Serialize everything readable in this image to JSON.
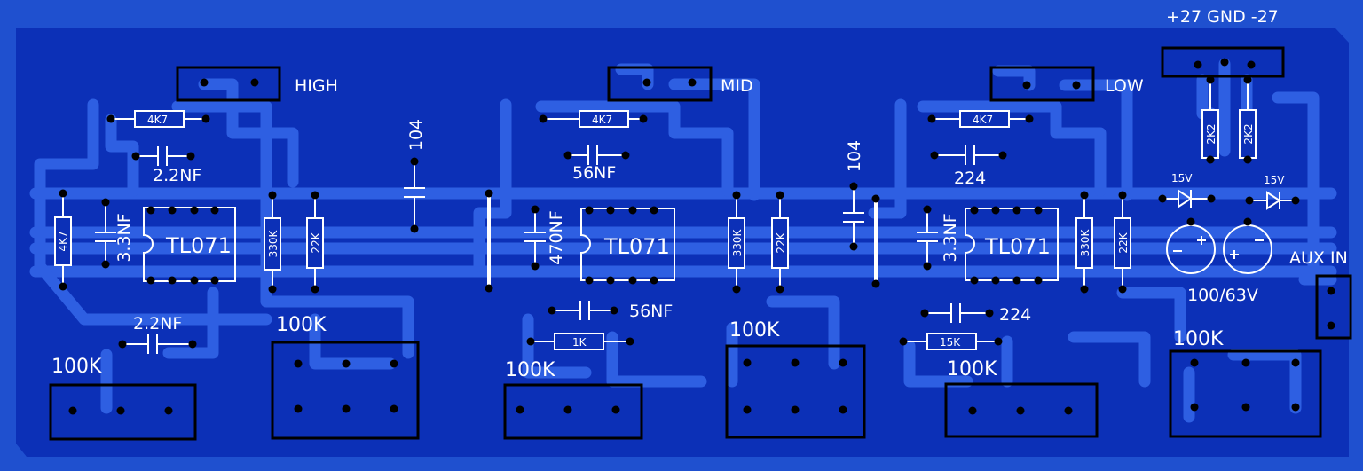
{
  "board": {
    "colors": {
      "background": "#1f50cf",
      "board_fill": "#0c30b7",
      "trace": "#2e5fe2",
      "silkscreen": "#ffffff",
      "outline": "#000000",
      "pad": "#000000"
    },
    "sections": [
      {
        "name": "HIGH",
        "input_label": "HIGH"
      },
      {
        "name": "MID",
        "input_label": "MID"
      },
      {
        "name": "LOW",
        "input_label": "LOW"
      }
    ],
    "power": {
      "label": "+27 GND -27",
      "zener": "15V",
      "resistor": "2K2",
      "capacitor": "100/63V"
    },
    "aux_label": "AUX IN",
    "coupling_caps": [
      "104",
      "104"
    ],
    "high": {
      "r_feedback": "4K7",
      "c_feedback": "2.2NF",
      "r_input": "4K7",
      "c_input": "3.3NF",
      "ic": "TL071",
      "r_bias": "330K",
      "r_out": "22K",
      "c_low": "2.2NF",
      "pot_left": "100K",
      "pot_right": "100K"
    },
    "mid": {
      "r_feedback": "4K7",
      "c_feedback": "56NF",
      "c_input": "470NF",
      "ic": "TL071",
      "r_bias": "330K",
      "r_out": "22K",
      "c_low": "56NF",
      "r_low": "1K",
      "pot_left": "100K",
      "pot_right": "100K"
    },
    "low": {
      "r_feedback": "4K7",
      "c_feedback": "224",
      "c_input": "3.3NF",
      "ic": "TL071",
      "r_bias": "330K",
      "r_out": "22K",
      "c_low": "224",
      "r_low": "15K",
      "pot_left": "100K",
      "pot_right": "100K"
    }
  }
}
